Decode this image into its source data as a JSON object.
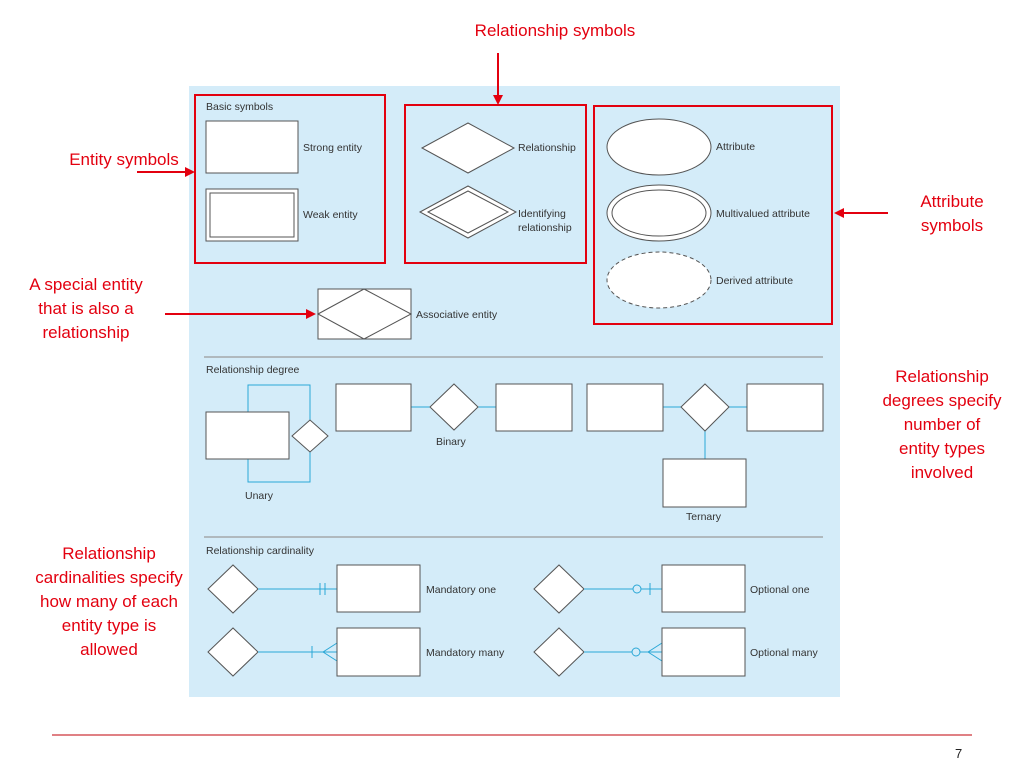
{
  "colors": {
    "panel_bg": "#d4ecf9",
    "highlight_red": "#e3000f",
    "connector_blue": "#2aa7d6",
    "shape_stroke": "#555555",
    "divider": "#9a9a9a"
  },
  "annotations": {
    "relationship_symbols": "Relationship symbols",
    "entity_symbols": "Entity symbols",
    "attribute_symbols": [
      "Attribute",
      "symbols"
    ],
    "associative_note": [
      "A special entity",
      "that is also a",
      "relationship"
    ],
    "degree_note": [
      "Relationship",
      "degrees specify",
      "number of",
      "entity types",
      "involved"
    ],
    "cardinality_note": [
      "Relationship",
      "cardinalities specify",
      "how many of each",
      "entity type is",
      "allowed"
    ]
  },
  "basic_symbols": {
    "heading": "Basic symbols",
    "strong_entity": "Strong entity",
    "weak_entity": "Weak entity",
    "relationship": "Relationship",
    "identifying_relationship": [
      "Identifying",
      "relationship"
    ],
    "attribute": "Attribute",
    "multivalued_attribute": "Multivalued attribute",
    "derived_attribute": "Derived attribute",
    "associative_entity": "Associative entity"
  },
  "relationship_degree": {
    "heading": "Relationship degree",
    "unary": "Unary",
    "binary": "Binary",
    "ternary": "Ternary"
  },
  "relationship_cardinality": {
    "heading": "Relationship cardinality",
    "mandatory_one": "Mandatory one",
    "mandatory_many": "Mandatory many",
    "optional_one": "Optional one",
    "optional_many": "Optional many"
  },
  "page_number": "7"
}
